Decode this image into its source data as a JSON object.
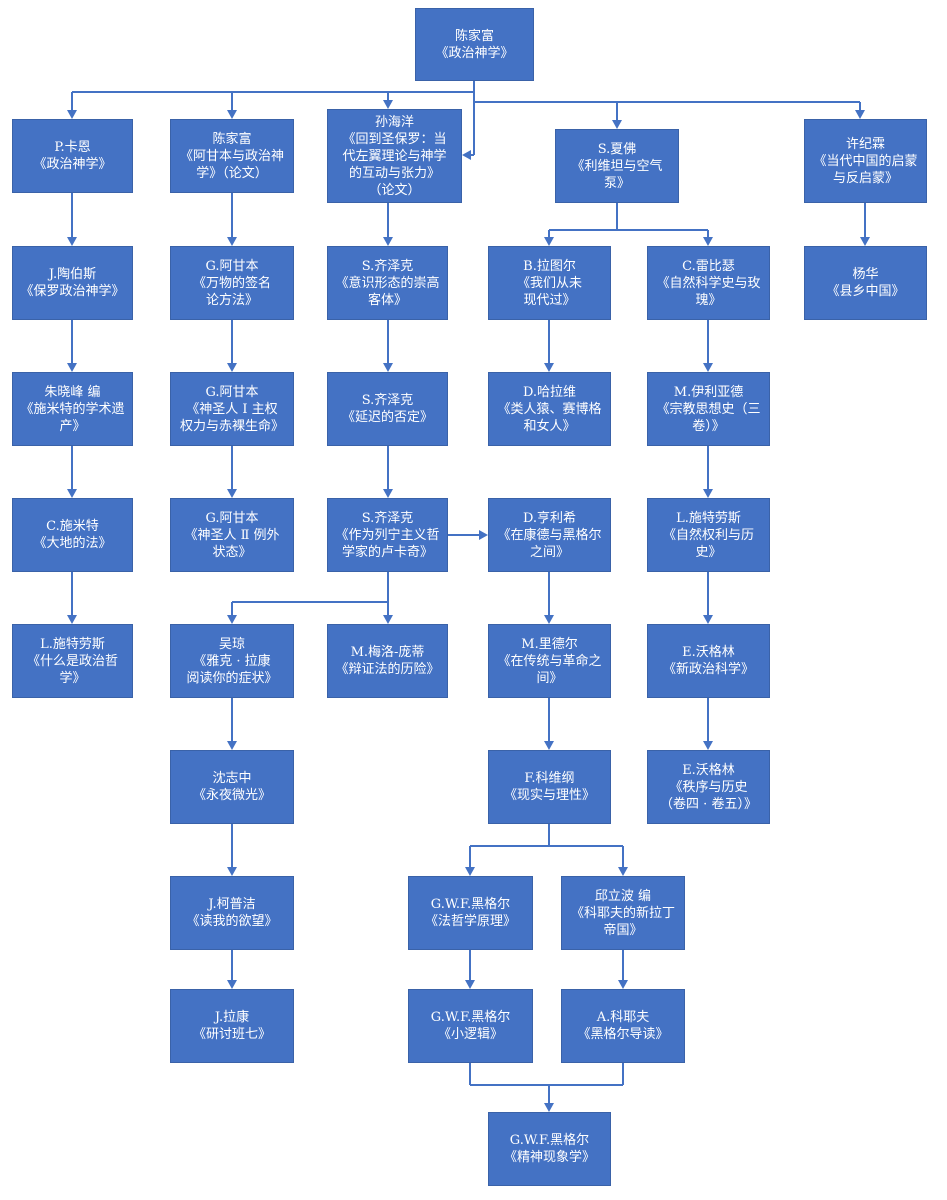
{
  "nodes": {
    "root": [
      "陈家富",
      "《政治神学》"
    ],
    "a1": [
      "P.卡恩",
      "《政治神学》"
    ],
    "a2": [
      "J.陶伯斯",
      "《保罗政治神学》"
    ],
    "a3": [
      "朱晓峰  编",
      "《施米特的学术遗",
      "产》"
    ],
    "a4": [
      "C.施米特",
      "《大地的法》"
    ],
    "a5": [
      "L.施特劳斯",
      "《什么是政治哲",
      "学》"
    ],
    "b1": [
      "陈家富",
      "《阿甘本与政治神",
      "学》（论文）"
    ],
    "b2": [
      "G.阿甘本",
      "《万物的签名",
      "论方法》"
    ],
    "b3": [
      "G.阿甘本",
      "《神圣人 Ⅰ 主权",
      "权力与赤裸生命》"
    ],
    "b4": [
      "G.阿甘本",
      "《神圣人 Ⅱ 例外",
      "状态》"
    ],
    "c1": [
      "孙海洋",
      "《回到圣保罗：当",
      "代左翼理论与神学",
      "的互动与张力》",
      "（论文）"
    ],
    "c2": [
      "S.齐泽克",
      "《意识形态的崇高",
      "客体》"
    ],
    "c3": [
      "S.齐泽克",
      "《延迟的否定》"
    ],
    "c4": [
      "S.齐泽克",
      "《作为列宁主义哲",
      "学家的卢卡奇》"
    ],
    "c5": [
      "吴琼",
      "《雅克 · 拉康",
      "阅读你的症状》"
    ],
    "c6": [
      "M.梅洛-庞蒂",
      "《辩证法的历险》"
    ],
    "c7": [
      "沈志中",
      "《永夜微光》"
    ],
    "c8": [
      "J.柯普洁",
      "《读我的欲望》"
    ],
    "c9": [
      "J.拉康",
      "《研讨班七》"
    ],
    "d1": [
      "S.夏佛",
      "《利维坦与空气",
      "泵》"
    ],
    "d2": [
      "B.拉图尔",
      "《我们从未",
      "现代过》"
    ],
    "d3": [
      "D.哈拉维",
      "《类人猿、赛博格",
      "和女人》"
    ],
    "d4": [
      "D.亨利希",
      "《在康德与黑格尔",
      "之间》"
    ],
    "d5": [
      "M.里德尔",
      "《在传统与革命之",
      "间》"
    ],
    "d6": [
      "F.科维纲",
      "《现实与理性》"
    ],
    "d7": [
      "G.W.F.黑格尔",
      "《法哲学原理》"
    ],
    "d8": [
      "邱立波  编",
      "《科耶夫的新拉丁",
      "帝国》"
    ],
    "d9": [
      "G.W.F.黑格尔",
      "《小逻辑》"
    ],
    "d10": [
      "A.科耶夫",
      "《黑格尔导读》"
    ],
    "d11": [
      "G.W.F.黑格尔",
      "《精神现象学》"
    ],
    "e1": [
      "C.雷比瑟",
      "《自然科学史与玫",
      "瑰》"
    ],
    "e2": [
      "M.伊利亚德",
      "《宗教思想史（三",
      "卷）》"
    ],
    "e3": [
      "L.施特劳斯",
      "《自然权利与历",
      "史》"
    ],
    "e4": [
      "E.沃格林",
      "《新政治科学》"
    ],
    "e5": [
      "E.沃格林",
      "《秩序与历史",
      "（卷四 · 卷五）》"
    ],
    "f1": [
      "许纪霖",
      "《当代中国的启蒙",
      "与反启蒙》"
    ],
    "f2": [
      "杨华",
      "《县乡中国》"
    ]
  },
  "colors": {
    "box": "#4472c4",
    "box_border": "#3a62a8",
    "text": "#ffffff",
    "connector": "#4472c4"
  }
}
